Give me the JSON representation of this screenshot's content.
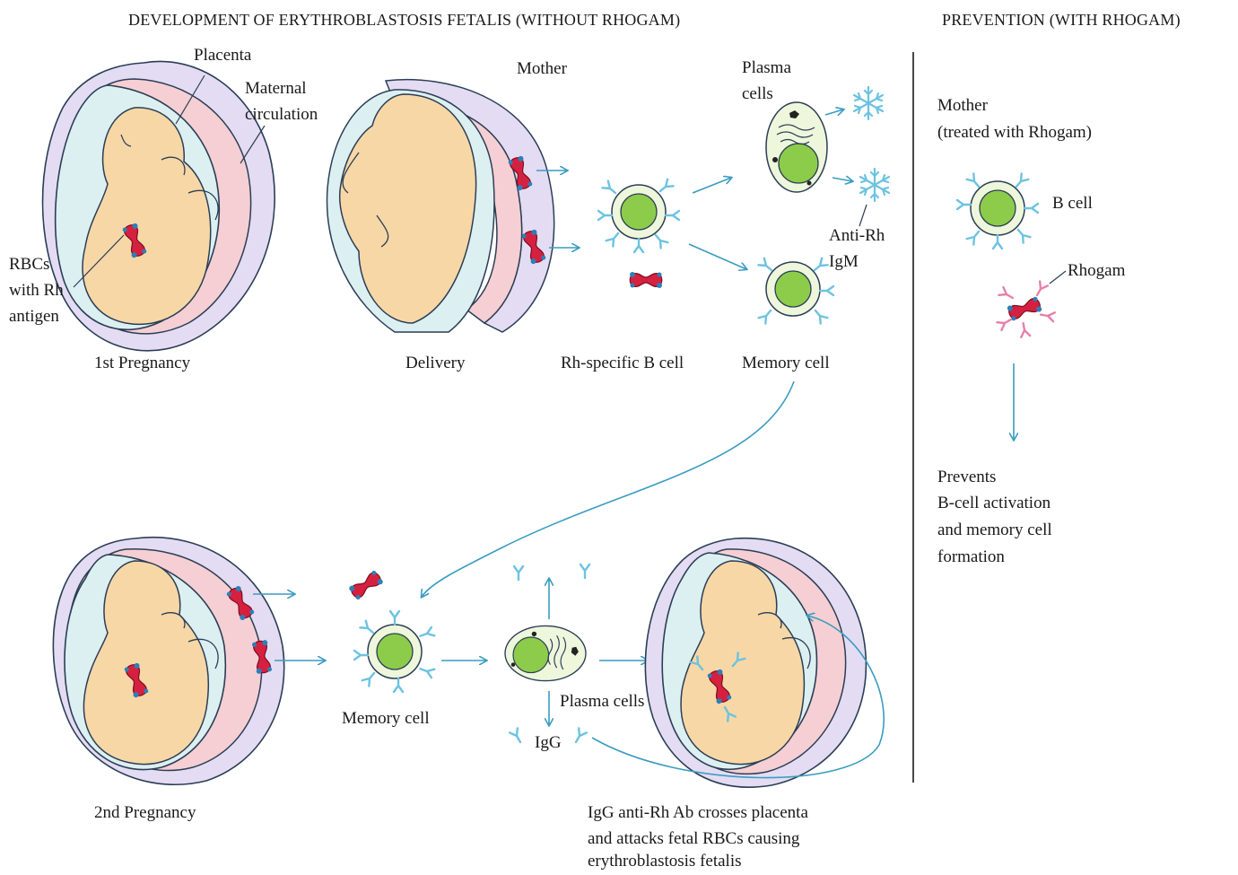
{
  "titles": {
    "left": "DEVELOPMENT OF ERYTHROBLASTOSIS FETALIS (WITHOUT RHOGAM)",
    "right": "PREVENTION (WITH RHOGAM)"
  },
  "labels": {
    "placenta": "Placenta",
    "maternal_circulation_1": "Maternal",
    "maternal_circulation_2": "circulation",
    "rbcs_1": "RBCs",
    "rbcs_2": "with Rh",
    "rbcs_3": "antigen",
    "first_pregnancy": "1st Pregnancy",
    "mother": "Mother",
    "delivery": "Delivery",
    "plasma_cells_1": "Plasma",
    "plasma_cells_2": "cells",
    "anti_rh_1": "Anti-Rh",
    "anti_rh_2": "IgM",
    "rh_specific_b_cell": "Rh-specific B cell",
    "memory_cell_top": "Memory cell",
    "second_pregnancy": "2nd Pregnancy",
    "memory_cell_bottom": "Memory cell",
    "plasma_cells_bottom": "Plasma cells",
    "igg": "IgG",
    "caption_1": "IgG anti-Rh Ab crosses placenta",
    "caption_2": "and attacks fetal RBCs causing",
    "caption_3": "erythroblastosis fetalis",
    "prevention_mother_1": "Mother",
    "prevention_mother_2": "(treated with Rhogam)",
    "prevention_b_cell": "B cell",
    "rhogam": "Rhogam",
    "prevents_1": "Prevents",
    "prevents_2": "B-cell activation",
    "prevents_3": "and memory cell",
    "prevents_4": "formation"
  },
  "colors": {
    "skin": "#f7d7a6",
    "outline": "#2b3e55",
    "fluid": "#dcf0f2",
    "placenta": "#f5cfd3",
    "maternal": "#e4dcf3",
    "rbc": "#d6203f",
    "antigen": "#2d7fb8",
    "nucleus": "#8ccc4a",
    "cell": "#eef6dc",
    "antibody": "#6cc3e0",
    "rhogam_ab": "#e680a8",
    "arrow": "#3a9cc0"
  }
}
